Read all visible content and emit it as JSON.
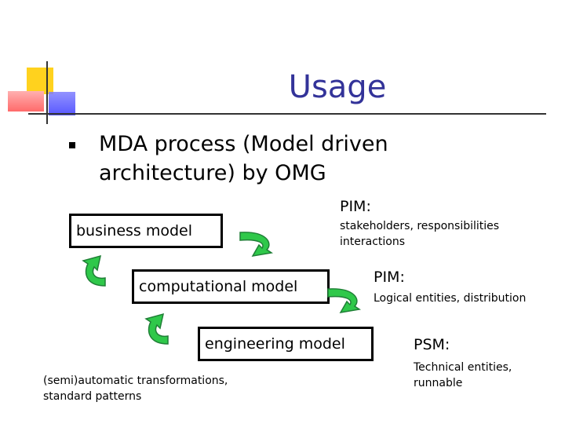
{
  "slide": {
    "title": "Usage",
    "bullet": "MDA process (Model driven architecture) by OMG"
  },
  "boxes": {
    "business": "business model",
    "computational": "computational model",
    "engineering": "engineering model"
  },
  "notes": {
    "pim1_label": "PIM:",
    "pim1_text": "stakeholders,  responsibilities interactions",
    "pim2_label": "PIM:",
    "pim2_text": "Logical entities, distribution",
    "psm_label": "PSM:",
    "psm_text": "Technical entities, runnable",
    "semi_text": "(semi)automatic transformations, standard patterns"
  },
  "colors": {
    "title": "#333399",
    "arrow_fill": "#2fc84a",
    "arrow_stroke": "#1f7f36"
  },
  "icons": [
    "curved-arrow-icon"
  ]
}
